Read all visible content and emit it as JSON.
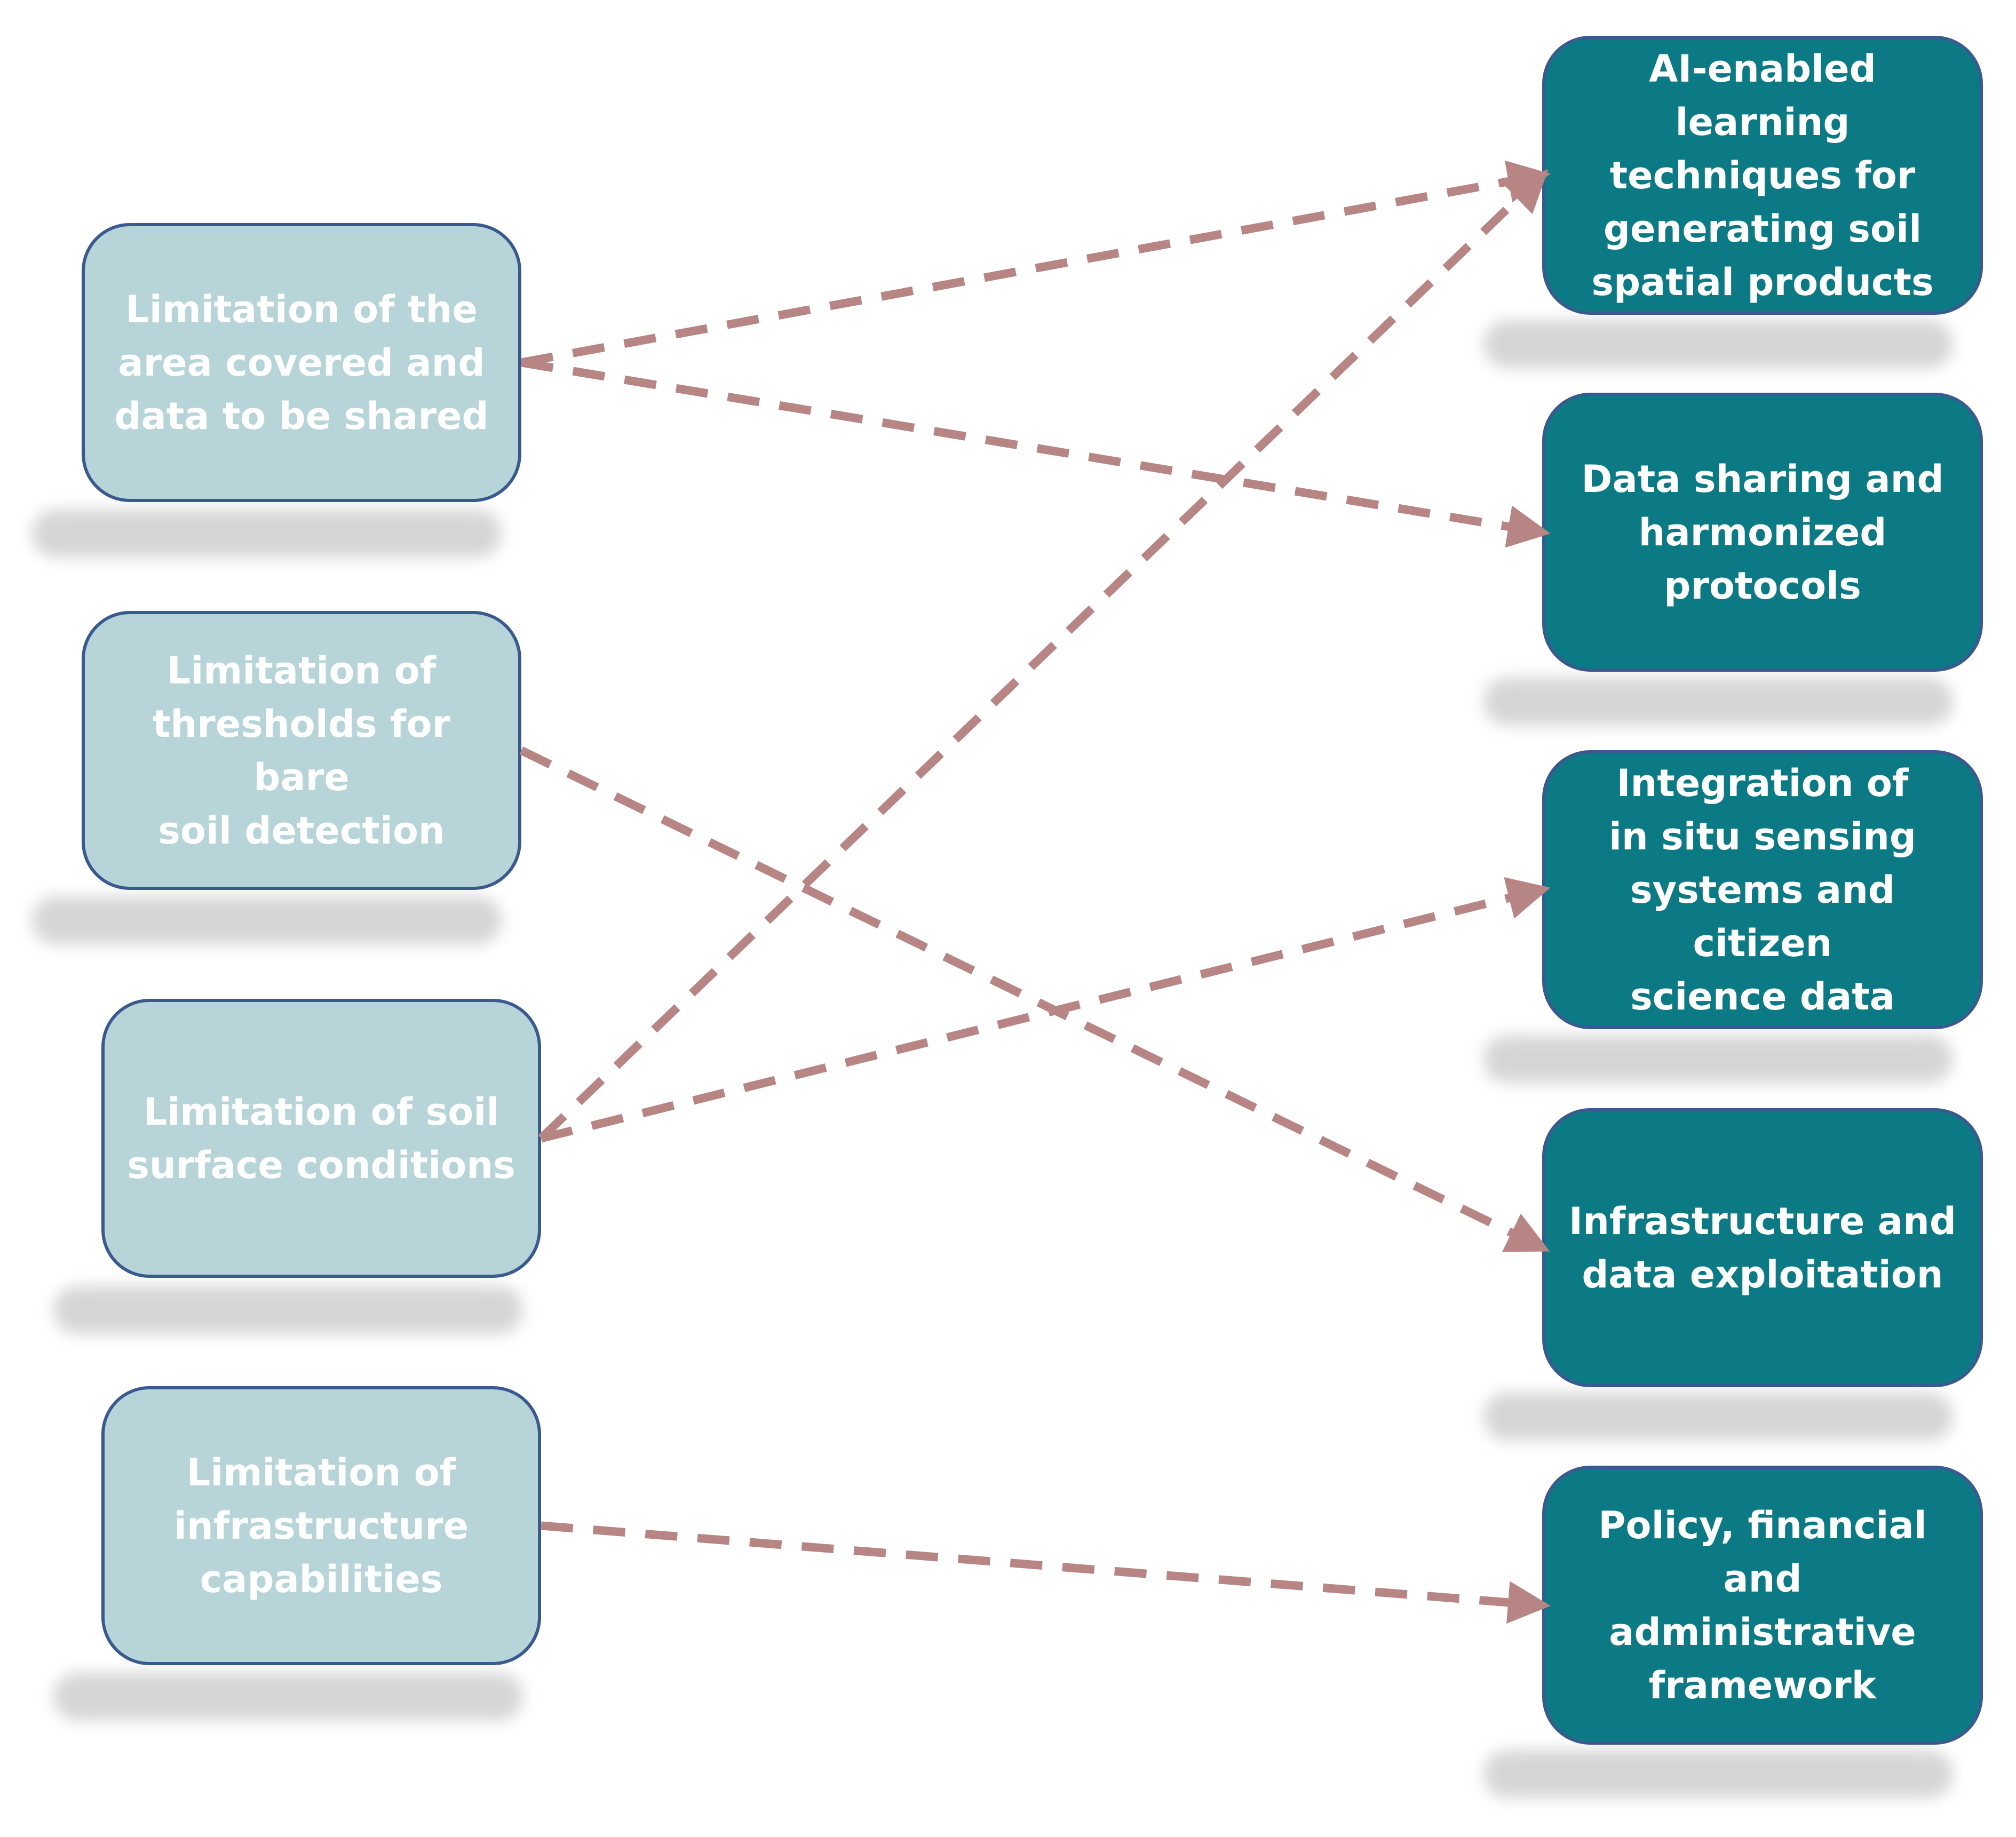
{
  "colors": {
    "left_box_fill": "#b7d5d8",
    "right_box_fill": "#0b7a84",
    "box_border": "#3a5a8f",
    "connector": "#b88585",
    "box_text": "#ffffff"
  },
  "left_boxes": [
    {
      "id": "L1",
      "label": "Limitation of the\narea covered and\ndata to be shared"
    },
    {
      "id": "L2",
      "label": "Limitation of\nthresholds for bare\nsoil detection"
    },
    {
      "id": "L3",
      "label": "Limitation of soil\nsurface conditions"
    },
    {
      "id": "L4",
      "label": "Limitation of\ninfrastructure\ncapabilities"
    }
  ],
  "right_boxes": [
    {
      "id": "R1",
      "label": "AI-enabled learning\ntechniques for\ngenerating soil\nspatial products"
    },
    {
      "id": "R2",
      "label": "Data sharing and\nharmonized\nprotocols"
    },
    {
      "id": "R3",
      "label": "Integration of\nin situ sensing\nsystems and citizen\nscience data"
    },
    {
      "id": "R4",
      "label": "Infrastructure and\ndata exploitation"
    },
    {
      "id": "R5",
      "label": "Policy, financial and\nadministrative\nframework"
    }
  ],
  "connections": [
    {
      "from": "L1",
      "to": "R1",
      "style": "dashed-arrow"
    },
    {
      "from": "L1",
      "to": "R2",
      "style": "dashed-arrow"
    },
    {
      "from": "L2",
      "to": "R4",
      "style": "dashed-arrow"
    },
    {
      "from": "L3",
      "to": "R1",
      "style": "dashed-arrow"
    },
    {
      "from": "L3",
      "to": "R3",
      "style": "dashed-arrow"
    },
    {
      "from": "L4",
      "to": "R5",
      "style": "dashed-arrow"
    }
  ]
}
